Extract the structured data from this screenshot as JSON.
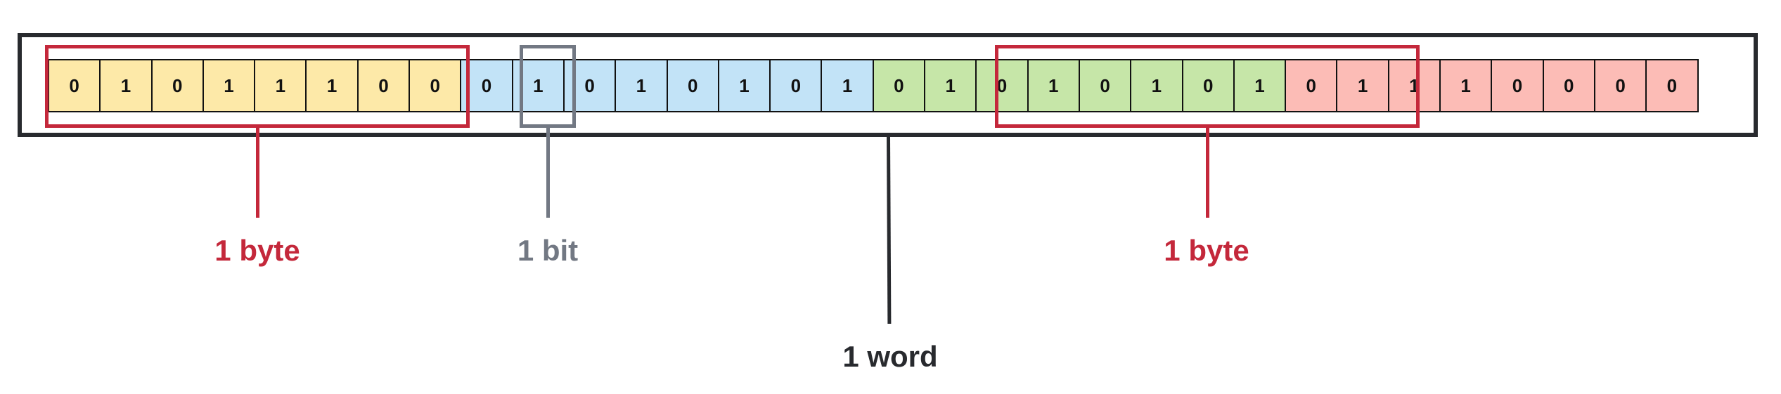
{
  "colors": {
    "byte1": "#fde9a8",
    "byte2": "#c2e3f7",
    "byte3": "#c6e6a8",
    "byte4": "#fcbcb6",
    "highlight_byte": "#c4283b",
    "highlight_bit": "#727883",
    "frame": "#282a2e"
  },
  "bits": [
    "0",
    "1",
    "0",
    "1",
    "1",
    "1",
    "0",
    "0",
    "0",
    "1",
    "0",
    "1",
    "0",
    "1",
    "0",
    "1",
    "0",
    "1",
    "0",
    "1",
    "0",
    "1",
    "0",
    "1",
    "0",
    "1",
    "1",
    "1",
    "0",
    "0",
    "0",
    "0"
  ],
  "bytes": [
    {
      "color": "byte1"
    },
    {
      "color": "byte2"
    },
    {
      "color": "byte3"
    },
    {
      "color": "byte4"
    }
  ],
  "labels": {
    "byte_left": "1 byte",
    "bit": "1 bit",
    "byte_right": "1 byte",
    "word": "1 word"
  }
}
